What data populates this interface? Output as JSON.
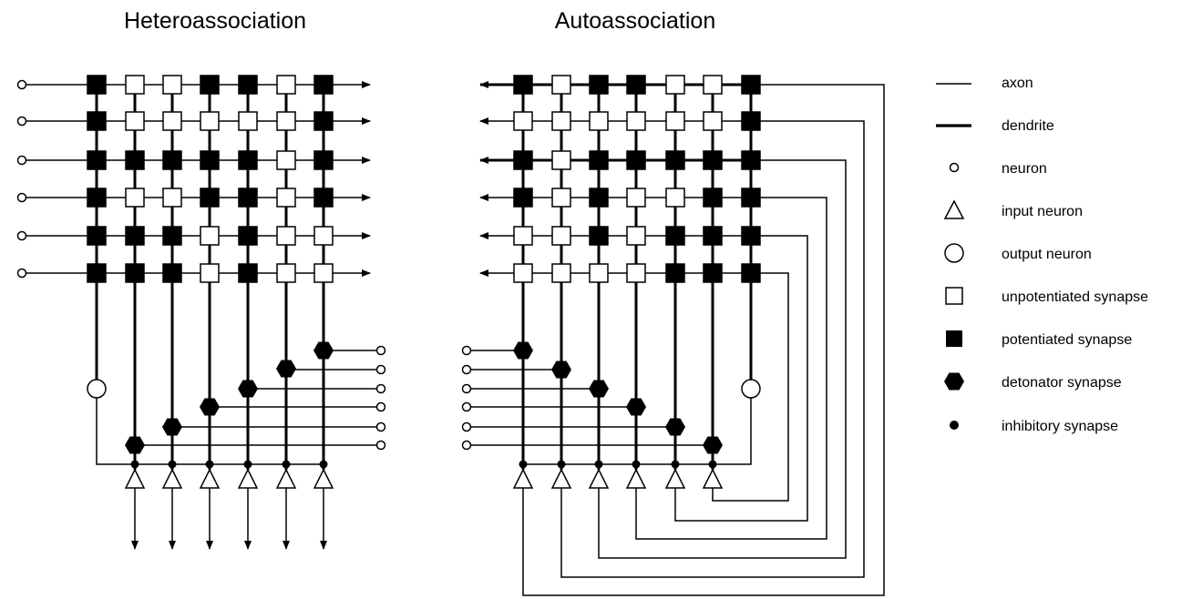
{
  "colors": {
    "ink": "#000000",
    "paper": "#ffffff"
  },
  "hetero": {
    "title": "Heteroassociation",
    "columns": 7,
    "rows": 6,
    "synapse_grid": [
      [
        1,
        0,
        0,
        1,
        1,
        0,
        1
      ],
      [
        1,
        0,
        0,
        0,
        0,
        0,
        1
      ],
      [
        1,
        1,
        1,
        1,
        1,
        0,
        1
      ],
      [
        1,
        0,
        0,
        1,
        1,
        0,
        1
      ],
      [
        1,
        1,
        1,
        0,
        1,
        0,
        0
      ],
      [
        1,
        1,
        1,
        0,
        1,
        0,
        0
      ]
    ]
  },
  "auto": {
    "title": "Autoassociation",
    "columns": 7,
    "rows": 6,
    "synapse_grid": [
      [
        1,
        0,
        1,
        1,
        0,
        0,
        1
      ],
      [
        0,
        0,
        0,
        0,
        0,
        0,
        1
      ],
      [
        1,
        0,
        1,
        1,
        1,
        1,
        1
      ],
      [
        1,
        0,
        1,
        0,
        0,
        1,
        1
      ],
      [
        0,
        0,
        1,
        0,
        1,
        1,
        1
      ],
      [
        0,
        0,
        0,
        0,
        1,
        1,
        1
      ]
    ]
  },
  "legend": [
    {
      "icon": "axon-line-icon",
      "label": "axon"
    },
    {
      "icon": "dendrite-line-icon",
      "label": "dendrite"
    },
    {
      "icon": "neuron-icon",
      "label": "neuron"
    },
    {
      "icon": "input-neuron-icon",
      "label": "input neuron"
    },
    {
      "icon": "output-neuron-icon",
      "label": "output neuron"
    },
    {
      "icon": "unpotentiated-synapse-icon",
      "label": "unpotentiated synapse"
    },
    {
      "icon": "potentiated-synapse-icon",
      "label": "potentiated synapse"
    },
    {
      "icon": "detonator-synapse-icon",
      "label": "detonator synapse"
    },
    {
      "icon": "inhibitory-synapse-icon",
      "label": "inhibitory synapse"
    }
  ]
}
